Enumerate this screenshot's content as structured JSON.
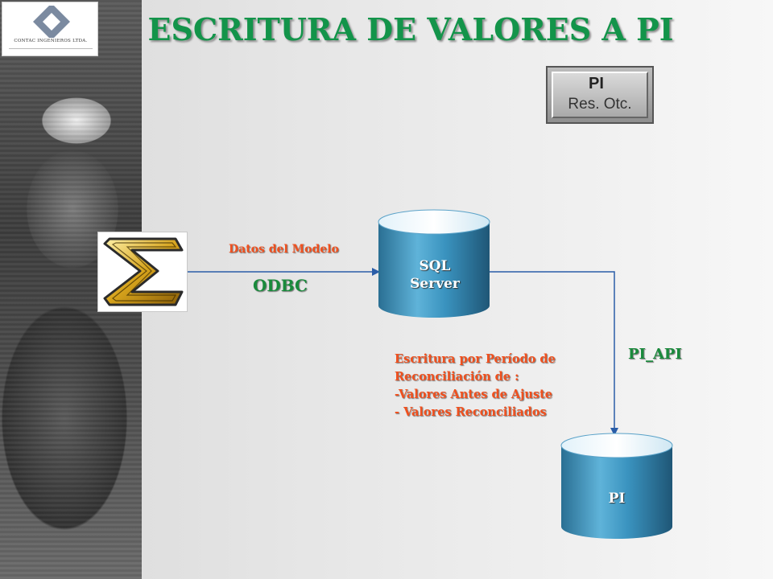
{
  "title": "ESCRITURA DE VALORES A PI",
  "logo": {
    "company": "CONTAC INGENIEROS LTDA."
  },
  "pi_badge": {
    "pi_text": "PI",
    "label": "Res. Otc."
  },
  "sql_server": {
    "line1": "SQL",
    "line2": "Server"
  },
  "pi_database": {
    "label": "PI"
  },
  "connectors": {
    "datos_modelo": "Datos del Modelo",
    "odbc": "ODBC",
    "pi_api": "PI_API"
  },
  "note": {
    "line1": "Escritura por Período de",
    "line2": "Reconciliación de :",
    "line3": "-Valores Antes de Ajuste",
    "line4": "- Valores Reconciliados"
  },
  "colors": {
    "title": "#13944a",
    "labels_red": "#f0501e",
    "labels_green": "#1a8a3c",
    "cylinder": "#2f86b0"
  },
  "icons": [
    "sigma-icon",
    "database-icon",
    "arrow-icon",
    "company-logo-icon"
  ]
}
